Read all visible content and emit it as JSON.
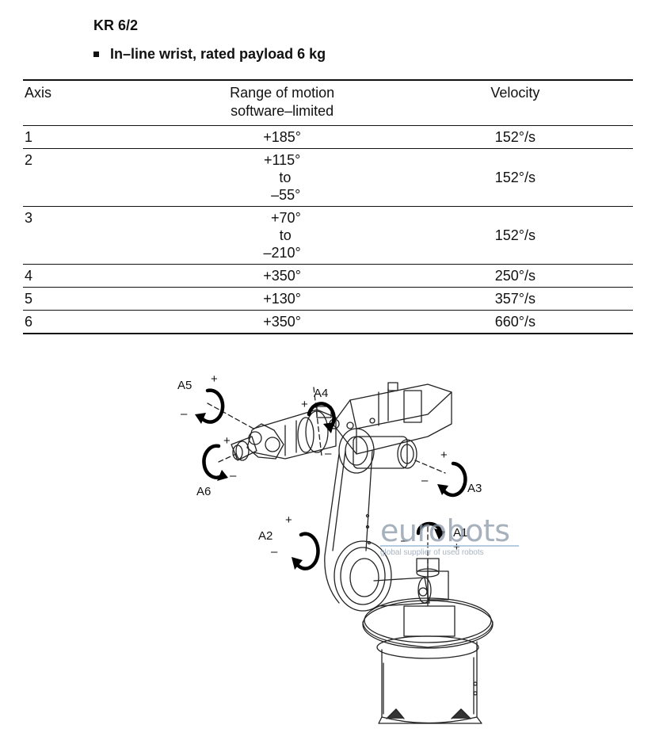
{
  "heading": {
    "title": "KR 6/2",
    "bullet": "In–line wrist, rated payload 6 kg"
  },
  "table": {
    "headers": {
      "axis": "Axis",
      "range_line1": "Range of motion",
      "range_line2": "software–limited",
      "velocity": "Velocity"
    },
    "rows": [
      {
        "axis": "1",
        "range": [
          "+185°"
        ],
        "velocity": "152°/s"
      },
      {
        "axis": "2",
        "range": [
          "+115°",
          "to",
          "–55°"
        ],
        "velocity": "152°/s"
      },
      {
        "axis": "3",
        "range": [
          "+70°",
          "to",
          "–210°"
        ],
        "velocity": "152°/s"
      },
      {
        "axis": "4",
        "range": [
          "+350°"
        ],
        "velocity": "250°/s"
      },
      {
        "axis": "5",
        "range": [
          "+130°"
        ],
        "velocity": "357°/s"
      },
      {
        "axis": "6",
        "range": [
          "+350°"
        ],
        "velocity": "660°/s"
      }
    ]
  },
  "diagram": {
    "labels": {
      "a1": "A1",
      "a2": "A2",
      "a3": "A3",
      "a4": "A4",
      "a5": "A5",
      "a6": "A6",
      "plus": "+",
      "minus": "–"
    }
  },
  "watermark": {
    "brand": "eurobots",
    "tagline": "global supplier of used robots"
  }
}
